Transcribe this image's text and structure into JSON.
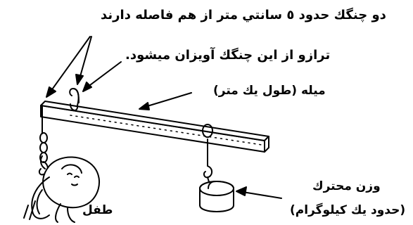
{
  "labels": {
    "hooks_note": "دو چنگك حدود ٥ سانتي متر از هم فاصله دارند",
    "hang_note": "ترازو از اين چنگك آويزان ميشود.",
    "bar": "ميله (طول يك متر)",
    "weight_line1": "وزن محترك",
    "weight_line2": "(حدود يك كيلوگرام)",
    "baby": "طفل"
  },
  "colors": {
    "ink": "#000000",
    "background": "#ffffff"
  }
}
